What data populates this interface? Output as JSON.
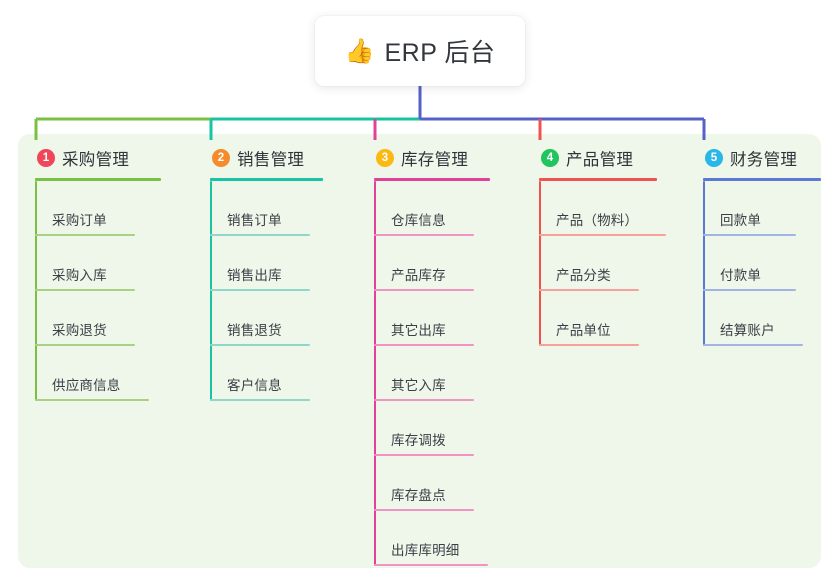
{
  "root": {
    "icon": "thumbs-up-icon",
    "icon_glyph": "👍",
    "title": "ERP 后台"
  },
  "diagram": {
    "type": "mind-map",
    "panel_background": "#eef7ea",
    "bus_line_colors": [
      "#7ac143",
      "#18c3a0",
      "#5560c8"
    ],
    "root_stem_color": "#5560c8"
  },
  "branches": [
    {
      "number": "1",
      "badge_color": "#f0465a",
      "line_color": "#7ac143",
      "leaf_line_color": "#a9d184",
      "title": "采购管理",
      "width": 175,
      "title_rule_width": 126,
      "leaves": [
        {
          "label": "采购订单",
          "rule_width": 83
        },
        {
          "label": "采购入库",
          "rule_width": 83
        },
        {
          "label": "采购退货",
          "rule_width": 83
        },
        {
          "label": "供应商信息",
          "rule_width": 97
        }
      ]
    },
    {
      "number": "2",
      "badge_color": "#f58b2c",
      "line_color": "#19c4a5",
      "leaf_line_color": "#8fd8c9",
      "title": "销售管理",
      "width": 164,
      "title_rule_width": 113,
      "leaves": [
        {
          "label": "销售订单",
          "rule_width": 83
        },
        {
          "label": "销售出库",
          "rule_width": 83
        },
        {
          "label": "销售退货",
          "rule_width": 83
        },
        {
          "label": "客户信息",
          "rule_width": 83
        }
      ]
    },
    {
      "number": "3",
      "badge_color": "#fab914",
      "line_color": "#e2419a",
      "leaf_line_color": "#ef94c3",
      "title": "库存管理",
      "width": 165,
      "title_rule_width": 116,
      "leaves": [
        {
          "label": "仓库信息",
          "rule_width": 83
        },
        {
          "label": "产品库存",
          "rule_width": 83
        },
        {
          "label": "其它出库",
          "rule_width": 83
        },
        {
          "label": "其它入库",
          "rule_width": 83
        },
        {
          "label": "库存调拨",
          "rule_width": 83
        },
        {
          "label": "库存盘点",
          "rule_width": 83
        },
        {
          "label": "出库库明细",
          "rule_width": 97
        }
      ]
    },
    {
      "number": "4",
      "badge_color": "#21c45d",
      "line_color": "#f0524f",
      "leaf_line_color": "#f7a19c",
      "title": "产品管理",
      "width": 164,
      "title_rule_width": 118,
      "leaves": [
        {
          "label": "产品（物料）",
          "rule_width": 110
        },
        {
          "label": "产品分类",
          "rule_width": 83
        },
        {
          "label": "产品单位",
          "rule_width": 83
        }
      ]
    },
    {
      "number": "5",
      "badge_color": "#29b6e8",
      "line_color": "#5b78d4",
      "leaf_line_color": "#a2b4e4",
      "title": "财务管理",
      "width": 135,
      "title_rule_width": 118,
      "leaves": [
        {
          "label": "回款单",
          "rule_width": 76
        },
        {
          "label": "付款单",
          "rule_width": 76
        },
        {
          "label": "结算账户",
          "rule_width": 83
        }
      ]
    }
  ]
}
